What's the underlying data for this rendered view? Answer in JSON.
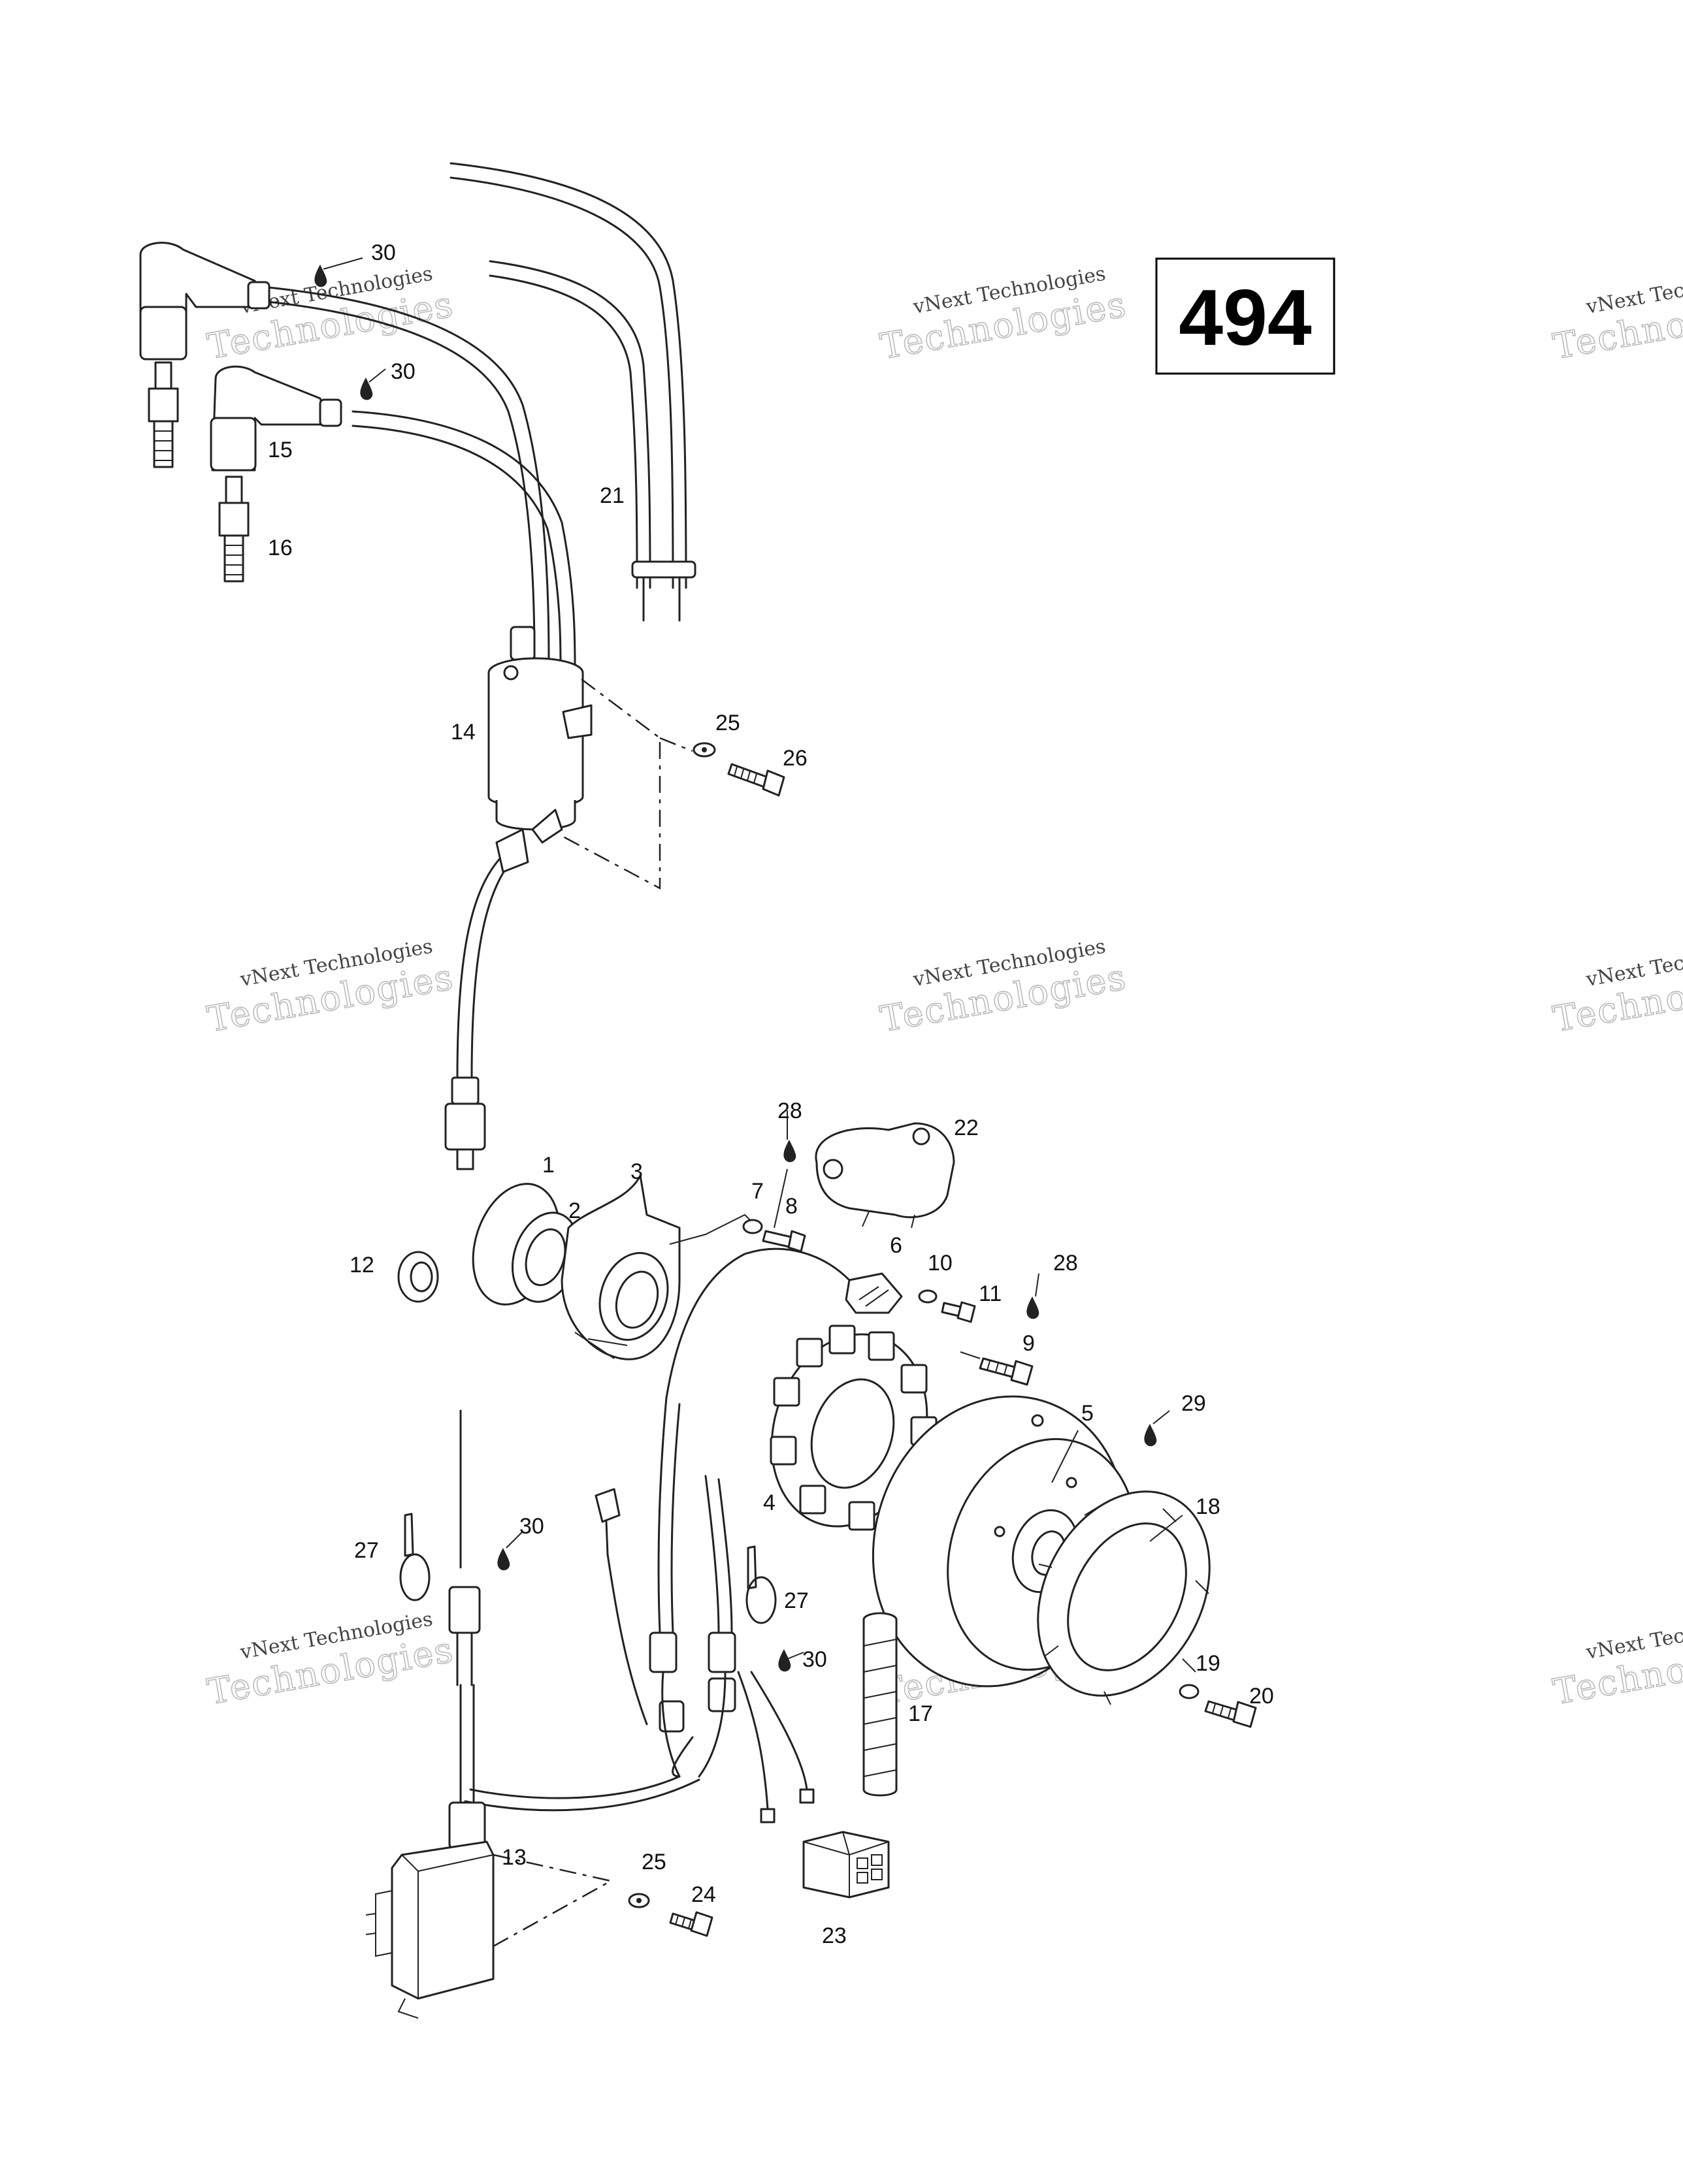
{
  "page_number": "494",
  "watermark": {
    "line1": "vNext Technologies",
    "line2": "Technologies"
  },
  "callouts": [
    "1",
    "2",
    "3",
    "4",
    "5",
    "6",
    "7",
    "8",
    "9",
    "10",
    "11",
    "12",
    "13",
    "14",
    "15",
    "16",
    "17",
    "18",
    "19",
    "20",
    "21",
    "22",
    "23",
    "24",
    "25",
    "25",
    "26",
    "27",
    "27",
    "28",
    "28",
    "29",
    "30",
    "30",
    "30",
    "30"
  ]
}
